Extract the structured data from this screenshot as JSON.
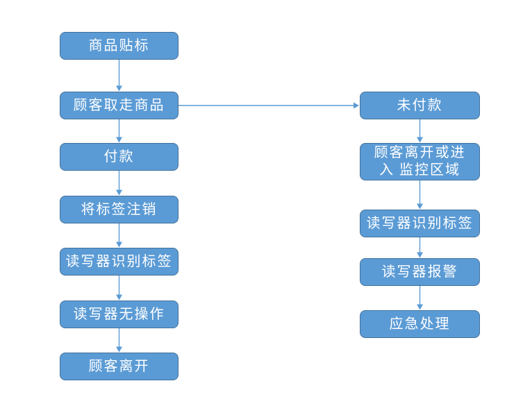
{
  "flowchart": {
    "background_color": "#ffffff",
    "node_fill_color": "#5b9bd5",
    "node_border_color": "#41719c",
    "node_text_color": "#ffffff",
    "arrow_color": "#5b9bd5",
    "nodes": {
      "left": [
        "商品贴标",
        "顾客取走商品",
        "付款",
        "将标签注销",
        "读写器识别标签",
        "读写器无操作",
        "顾客离开"
      ],
      "right": [
        "未付款",
        "顾客离开或进入 监控区域",
        "读写器识别标签",
        "读写器报警",
        "应急处理"
      ]
    },
    "edges": [
      {
        "from": "left.0",
        "to": "left.1",
        "from_label": "商品贴标",
        "to_label": "顾客取走商品"
      },
      {
        "from": "left.1",
        "to": "left.2",
        "from_label": "顾客取走商品",
        "to_label": "付款"
      },
      {
        "from": "left.2",
        "to": "left.3",
        "from_label": "付款",
        "to_label": "将标签注销"
      },
      {
        "from": "left.3",
        "to": "left.4",
        "from_label": "将标签注销",
        "to_label": "读写器识别标签"
      },
      {
        "from": "left.4",
        "to": "left.5",
        "from_label": "读写器识别标签",
        "to_label": "读写器无操作"
      },
      {
        "from": "left.5",
        "to": "left.6",
        "from_label": "读写器无操作",
        "to_label": "顾客离开"
      },
      {
        "from": "left.1",
        "to": "right.0",
        "from_label": "顾客取走商品",
        "to_label": "未付款"
      },
      {
        "from": "right.0",
        "to": "right.1",
        "from_label": "未付款",
        "to_label": "顾客离开或进入监控区域"
      },
      {
        "from": "right.1",
        "to": "right.2",
        "from_label": "顾客离开或进入监控区域",
        "to_label": "读写器识别标签"
      },
      {
        "from": "right.2",
        "to": "right.3",
        "from_label": "读写器识别标签",
        "to_label": "读写器报警"
      },
      {
        "from": "right.3",
        "to": "right.4",
        "from_label": "读写器报警",
        "to_label": "应急处理"
      }
    ]
  }
}
